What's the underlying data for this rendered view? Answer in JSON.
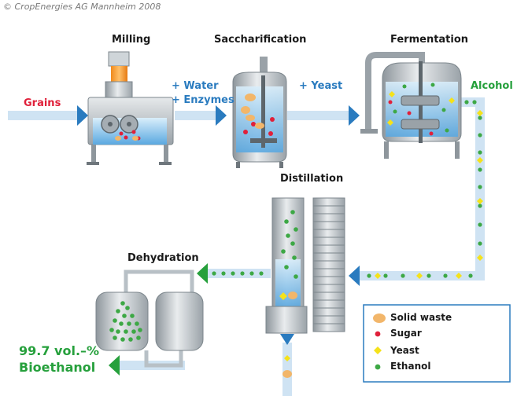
{
  "copyright": "© CropEnergies AG Mannheim 2008",
  "stages": {
    "milling": "Milling",
    "saccharification": "Saccharification",
    "fermentation": "Fermentation",
    "distillation": "Distillation",
    "dehydration": "Dehydration"
  },
  "inputs": {
    "grains": "Grains",
    "water": "+ Water",
    "enzymes": "+ Enzymes",
    "yeast": "+ Yeast"
  },
  "outputs": {
    "alcohol": "Alcohol",
    "final_line1": "99.7 vol.–%",
    "final_line2": "Bioethanol"
  },
  "legend": {
    "items": [
      {
        "label": "Solid waste",
        "icon": "solid-waste-icon",
        "color": "#f2b66a"
      },
      {
        "label": "Sugar",
        "icon": "sugar-icon",
        "color": "#e0203a"
      },
      {
        "label": "Yeast",
        "icon": "yeast-icon",
        "color": "#f5e21a"
      },
      {
        "label": "Ethanol",
        "icon": "ethanol-icon",
        "color": "#3da845"
      }
    ]
  },
  "colors": {
    "flow_blue": "#2a7bbf",
    "pipe": "#cfe3f3",
    "ethanol_green": "#26a03c",
    "sugar_red": "#e0203a"
  }
}
